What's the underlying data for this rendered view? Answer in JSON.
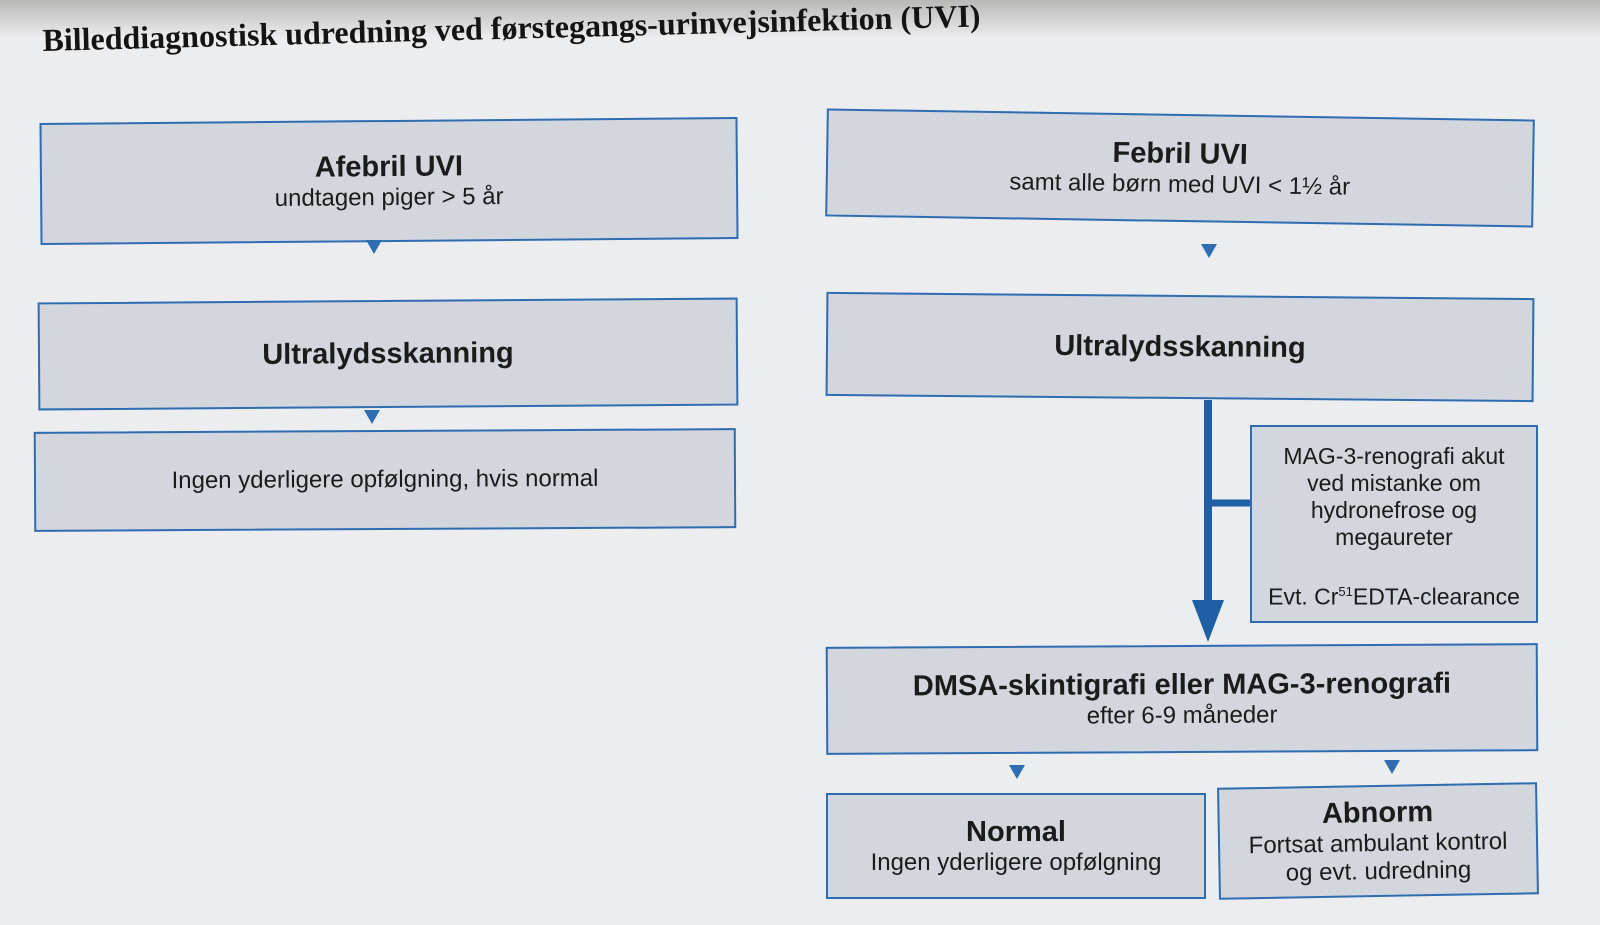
{
  "title": "Billeddiagnostisk udredning ved førstegangs-urinvejsinfektion (UVI)",
  "left": {
    "header_title": "Afebril UVI",
    "header_sub": "undtagen piger > 5 år",
    "ultrasound": "Ultralydsskanning",
    "followup": "Ingen yderligere opfølgning, hvis normal"
  },
  "right": {
    "header_title": "Febril UVI",
    "header_sub": "samt alle børn med UVI < 1½ år",
    "ultrasound": "Ultralydsskanning",
    "side_box": {
      "lines": [
        "MAG-3-renografi akut",
        "ved mistanke om",
        "hydronefrose og",
        "megaureter"
      ],
      "clearance_prefix": "Evt. Cr",
      "clearance_sup": "51",
      "clearance_suffix": "EDTA-clearance"
    },
    "dmsa_title": "DMSA-skintigrafi eller MAG-3-renografi",
    "dmsa_sub": "efter 6-9 måneder",
    "normal_title": "Normal",
    "normal_sub": "Ingen yderligere opfølgning",
    "abnormal_title": "Abnorm",
    "abnormal_sub": [
      "Fortsat ambulant kontrol",
      "og evt. udredning"
    ]
  },
  "colors": {
    "box_fill": "#d3d6dc",
    "border": "#2f6db3",
    "arrow": "#1f5fa6",
    "background": "#ecedef"
  }
}
